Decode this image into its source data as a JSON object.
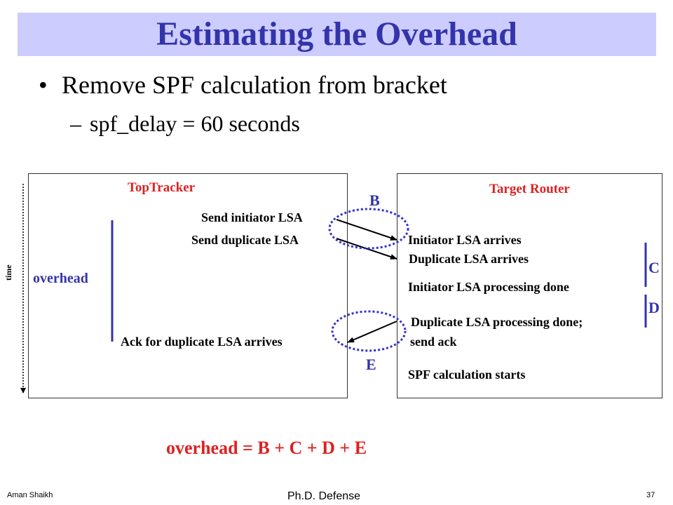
{
  "slide": {
    "title": "Estimating the Overhead",
    "bullet": "Remove SPF calculation from bracket",
    "sub_bullet": "spf_delay = 60 seconds"
  },
  "diagram": {
    "time_label": "time",
    "left_box": {
      "title": "TopTracker",
      "overhead_label": "overhead",
      "events": [
        "Send initiator LSA",
        "Send duplicate LSA",
        "Ack for duplicate LSA arrives"
      ]
    },
    "right_box": {
      "title": "Target Router",
      "events": [
        "Initiator LSA arrives",
        "Duplicate LSA arrives",
        "Initiator LSA processing done",
        "Duplicate LSA processing done;",
        "send ack",
        "SPF calculation starts"
      ]
    },
    "markers": {
      "b": "B",
      "c": "C",
      "d": "D",
      "e": "E"
    },
    "formula": "overhead = B + C + D + E"
  },
  "footer": {
    "author": "Aman Shaikh",
    "center": "Ph.D. Defense",
    "page": "37"
  },
  "colors": {
    "title_bg": "#ccccff",
    "title_text": "#3333aa",
    "accent_red": "#dd2222",
    "accent_blue": "#3333aa"
  }
}
